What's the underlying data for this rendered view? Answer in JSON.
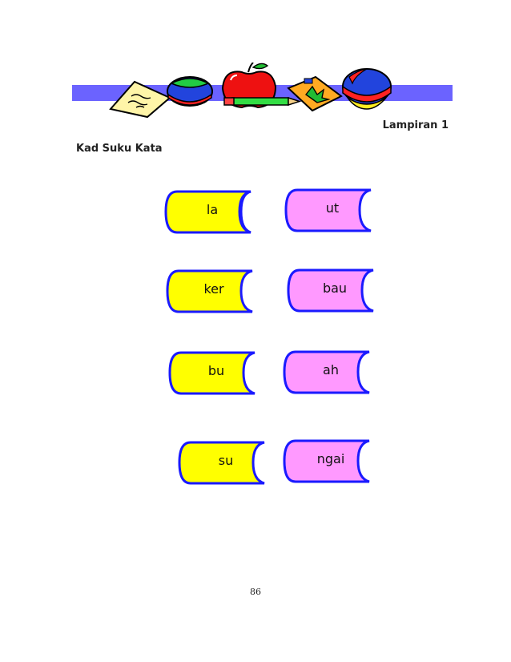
{
  "header": {
    "appendix_label": "Lampiran 1",
    "title": "Kad Suku Kata"
  },
  "colors": {
    "banner_bar": "#6b63ff",
    "card_yellow": "#ffff00",
    "card_pink": "#ff99ff",
    "card_border": "#1a1aff"
  },
  "illustration": {
    "icons": [
      "note-paper-icon",
      "ball-icon",
      "apple-icon",
      "pencil-icon",
      "leaf-card-icon",
      "ball-icon"
    ]
  },
  "cards": {
    "left": [
      {
        "text": "la",
        "color": "yellow"
      },
      {
        "text": "ker",
        "color": "yellow"
      },
      {
        "text": "bu",
        "color": "yellow"
      },
      {
        "text": "su",
        "color": "yellow"
      }
    ],
    "right": [
      {
        "text": "ut",
        "color": "pink"
      },
      {
        "text": "bau",
        "color": "pink"
      },
      {
        "text": "ah",
        "color": "pink"
      },
      {
        "text": "ngai",
        "color": "pink"
      }
    ]
  },
  "footer": {
    "page_number": "86"
  }
}
